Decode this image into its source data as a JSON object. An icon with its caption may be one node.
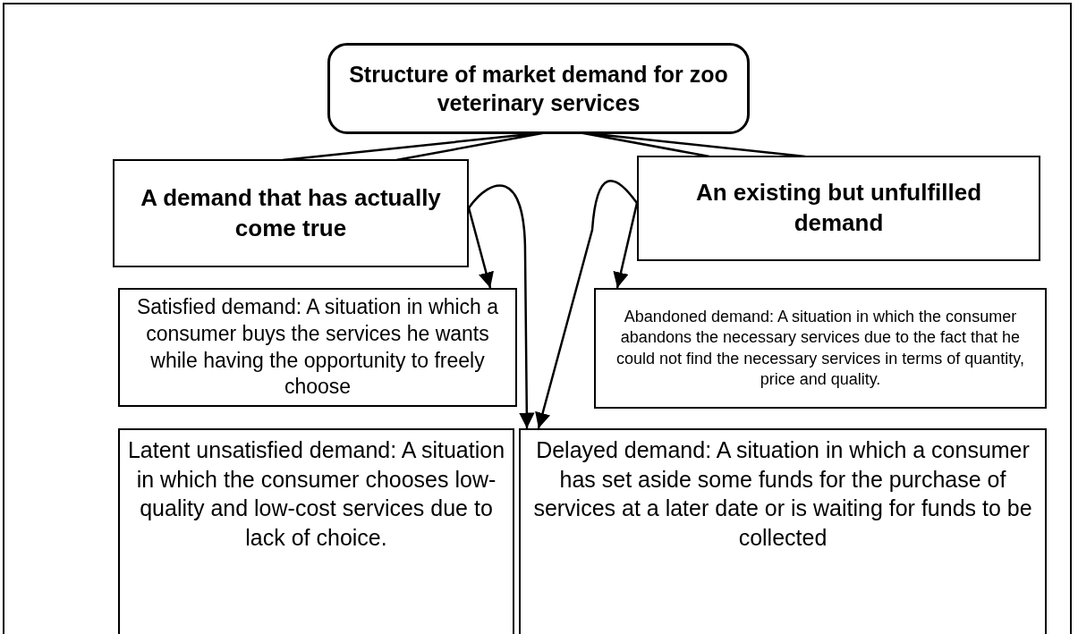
{
  "diagram": {
    "nodes": [
      {
        "text": [
          "Structure of market demand for zoo veterinary services"
        ]
      },
      {
        "text": [
          "A demand that has actually come true"
        ]
      },
      {
        "text": [
          "An existing but unfulfilled demand"
        ]
      },
      {
        "text": [
          "Satisfied demand: A situation in which a consumer buys the services he wants while having the opportunity to freely choose"
        ]
      },
      {
        "text": [
          "Abandoned demand: A situation in which the consumer abandons the necessary services due to the fact that he could not find the necessary services in terms of quantity, price and quality."
        ]
      },
      {
        "text": [
          "Latent unsatisfied demand: A situation in which the consumer chooses low-quality and low-cost services due to lack of choice."
        ]
      },
      {
        "text": [
          "Delayed demand: A situation in which a consumer has set aside some funds for the purchase of services at a later date or is waiting for funds to be collected"
        ]
      }
    ],
    "edges": [
      {
        "from": 0,
        "to": 1,
        "arrow": "none"
      },
      {
        "from": 0,
        "to": 2,
        "arrow": "none"
      },
      {
        "from": 1,
        "to": 3,
        "arrow": "to"
      },
      {
        "from": 1,
        "to": 5,
        "arrow": "to"
      },
      {
        "from": 2,
        "to": 4,
        "arrow": "to"
      },
      {
        "from": 2,
        "to": 6,
        "arrow": "to"
      }
    ]
  }
}
